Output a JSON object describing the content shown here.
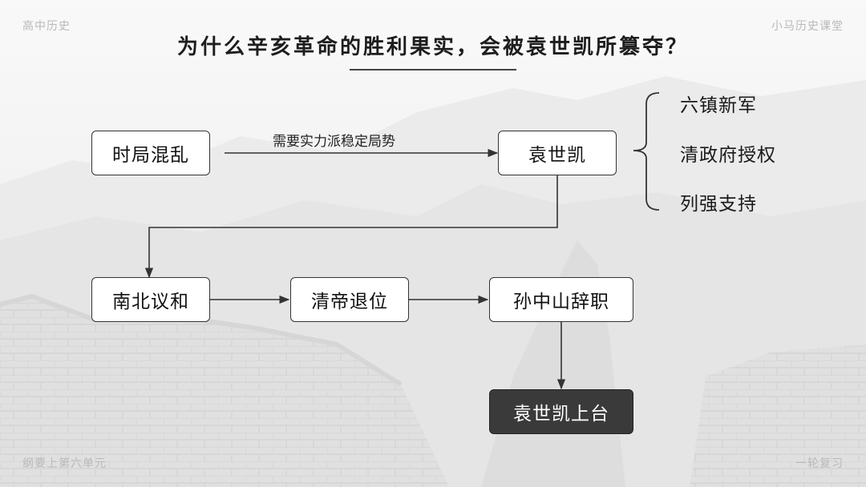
{
  "header": {
    "left": "高中历史",
    "right": "小马历史课堂",
    "title": "为什么辛亥革命的胜利果实，会被袁世凯所篡夺？"
  },
  "footer": {
    "left": "纲要上第六单元",
    "right": "一轮复习"
  },
  "diagram": {
    "nodes": {
      "chaos": "时局混乱",
      "yuan": "袁世凯",
      "talks": "南北议和",
      "abdication": "清帝退位",
      "resign": "孙中山辞职",
      "takeover": "袁世凯上台"
    },
    "edge_label": "需要实力派稳定局势",
    "yuan_factors": [
      "六镇新军",
      "清政府授权",
      "列强支持"
    ]
  }
}
